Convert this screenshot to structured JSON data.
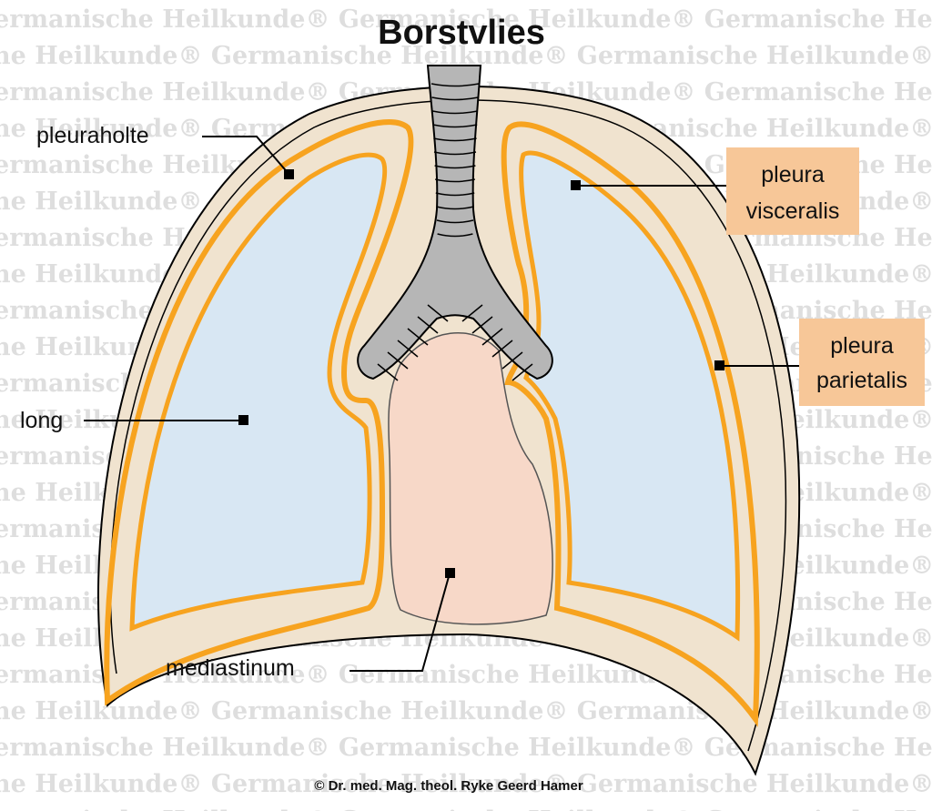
{
  "title": "Borstvlies",
  "watermark_text": "Germanische Heilkunde®",
  "copyright": "© Dr. med. Mag. theol. Ryke Geerd Hamer",
  "labels": {
    "pleuraholte": "pleuraholte",
    "pleura_visceralis_line1": "pleura",
    "pleura_visceralis_line2": "visceralis",
    "pleura_parietalis_line1": "pleura",
    "pleura_parietalis_line2": "parietalis",
    "long": "long",
    "mediastinum": "mediastinum"
  },
  "colors": {
    "chest_wall": "#f0e3cf",
    "pleura": "#f7a31f",
    "lung": "#d8e7f3",
    "mediastinum": "#f7d8c8",
    "trachea": "#b6b6b6",
    "label_box": "#f7c798",
    "watermark": "#b0b0b0"
  }
}
